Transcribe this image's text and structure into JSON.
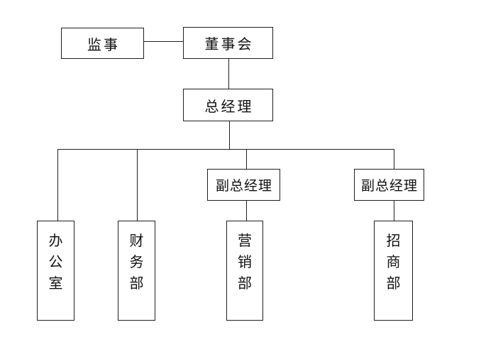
{
  "canvas": {
    "background": "#ffffff",
    "line_color": "#1f1f1f",
    "text_color": "#111111"
  },
  "org_chart": {
    "nodes": {
      "supervisor": {
        "label": "监事"
      },
      "board": {
        "label": "董事会"
      },
      "general_manager": {
        "label": "总经理"
      },
      "deputy_gm_left": {
        "label": "副总经理"
      },
      "deputy_gm_right": {
        "label": "副总经理"
      },
      "office": {
        "label": "办公室",
        "label_stacked": "办\n公\n室"
      },
      "finance": {
        "label": "财务部",
        "label_stacked": "财\n务\n部"
      },
      "marketing": {
        "label": "营销部",
        "label_stacked": "营\n销\n部"
      },
      "investment": {
        "label": "招商部",
        "label_stacked": "招\n商\n部"
      }
    },
    "edges": [
      {
        "from": "supervisor",
        "to": "board"
      },
      {
        "from": "board",
        "to": "general_manager"
      },
      {
        "from": "general_manager",
        "to": "office"
      },
      {
        "from": "general_manager",
        "to": "finance"
      },
      {
        "from": "general_manager",
        "to": "deputy_gm_left"
      },
      {
        "from": "general_manager",
        "to": "deputy_gm_right"
      },
      {
        "from": "deputy_gm_left",
        "to": "marketing"
      },
      {
        "from": "deputy_gm_right",
        "to": "investment"
      }
    ]
  }
}
